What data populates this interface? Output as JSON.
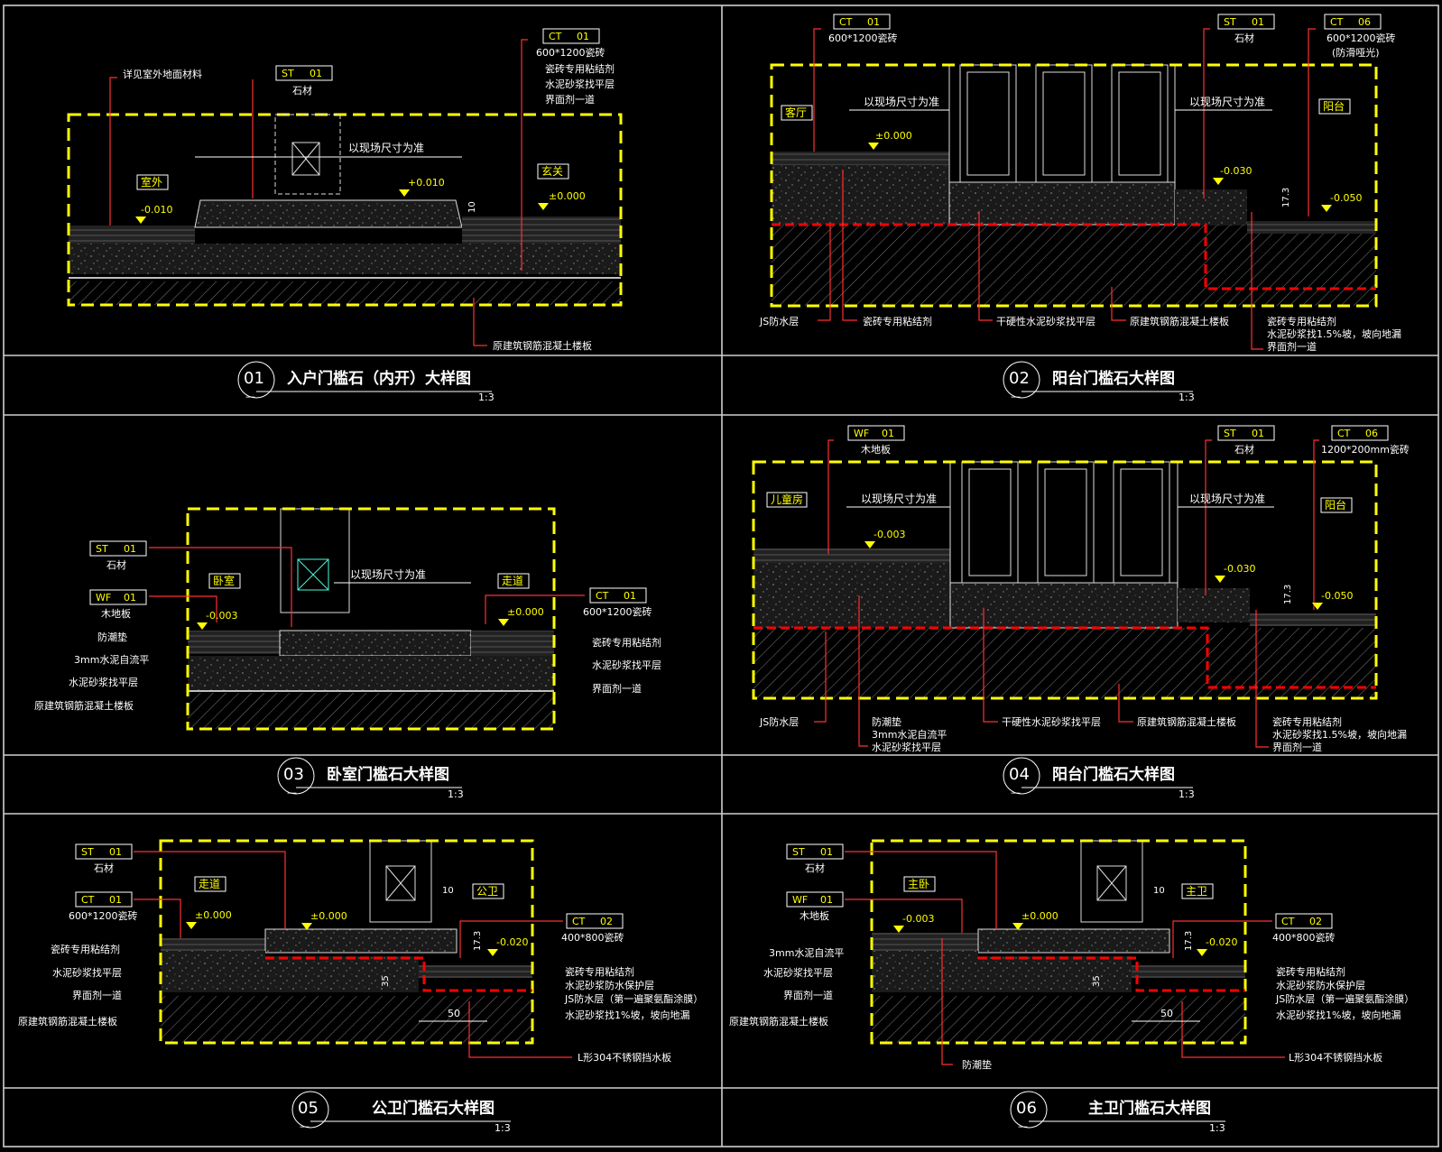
{
  "colors": {
    "background": "#000000",
    "frame": "#cfcfcf",
    "boundary": "#ffff00",
    "leader": "#ff3030",
    "waterproof": "#ff0000",
    "text": "#ffffff",
    "accent_text": "#ffff00",
    "hatch": "#9a9a9a"
  },
  "panels": [
    {
      "title": {
        "no": "01",
        "text": "入户门槛石（内开）大样图",
        "scale": "1:3",
        "sub": "—"
      },
      "tags": [
        {
          "code": "CT",
          "num": "01",
          "label": "600*1200瓷砖"
        },
        {
          "code": "ST",
          "num": "01",
          "label": "石材"
        }
      ],
      "rooms": [
        "室外",
        "玄关"
      ],
      "levels": [
        "-0.010",
        "+0.010",
        "±0.000"
      ],
      "dims": [
        "以现场尺寸为准",
        "10"
      ],
      "notes": [
        "详见室外地面材料",
        "瓷砖专用粘结剂",
        "水泥砂浆找平层",
        "界面剂一道",
        "原建筑钢筋混凝土楼板"
      ]
    },
    {
      "title": {
        "no": "02",
        "text": "阳台门槛石大样图",
        "scale": "1:3",
        "sub": "—"
      },
      "tags": [
        {
          "code": "CT",
          "num": "01",
          "label": "600*1200瓷砖"
        },
        {
          "code": "ST",
          "num": "01",
          "label": "石材"
        },
        {
          "code": "CT",
          "num": "06",
          "label": "600*1200瓷砖",
          "label2": "(防滑哑光)"
        }
      ],
      "rooms": [
        "客厅",
        "阳台"
      ],
      "levels": [
        "±0.000",
        "-0.030",
        "-0.050"
      ],
      "dims": [
        "以现场尺寸为准",
        "以现场尺寸为准",
        "17.3"
      ],
      "notes": [
        "JS防水层",
        "瓷砖专用粘结剂",
        "干硬性水泥砂浆找平层",
        "原建筑钢筋混凝土楼板",
        "瓷砖专用粘结剂",
        "水泥砂浆找1.5%坡，坡向地漏",
        "界面剂一道"
      ]
    },
    {
      "title": {
        "no": "03",
        "text": "卧室门槛石大样图",
        "scale": "1:3",
        "sub": "—"
      },
      "tags": [
        {
          "code": "ST",
          "num": "01",
          "label": "石材"
        },
        {
          "code": "WF",
          "num": "01",
          "label": "木地板"
        },
        {
          "code": "CT",
          "num": "01",
          "label": "600*1200瓷砖"
        }
      ],
      "rooms": [
        "卧室",
        "走道"
      ],
      "levels": [
        "-0.003",
        "±0.000"
      ],
      "dims": [
        "以现场尺寸为准"
      ],
      "notes": [
        "防潮垫",
        "3mm水泥自流平",
        "水泥砂浆找平层",
        "原建筑钢筋混凝土楼板",
        "瓷砖专用粘结剂",
        "水泥砂浆找平层",
        "界面剂一道"
      ]
    },
    {
      "title": {
        "no": "04",
        "text": "阳台门槛石大样图",
        "scale": "1:3",
        "sub": "—"
      },
      "tags": [
        {
          "code": "WF",
          "num": "01",
          "label": "木地板"
        },
        {
          "code": "ST",
          "num": "01",
          "label": "石材"
        },
        {
          "code": "CT",
          "num": "06",
          "label": "1200*200mm瓷砖"
        }
      ],
      "rooms": [
        "儿童房",
        "阳台"
      ],
      "levels": [
        "-0.003",
        "-0.030",
        "-0.050"
      ],
      "dims": [
        "以现场尺寸为准",
        "以现场尺寸为准",
        "17.3"
      ],
      "notes": [
        "JS防水层",
        "防潮垫",
        "3mm水泥自流平",
        "水泥砂浆找平层",
        "干硬性水泥砂浆找平层",
        "原建筑钢筋混凝土楼板",
        "瓷砖专用粘结剂",
        "水泥砂浆找1.5%坡，坡向地漏",
        "界面剂一道"
      ]
    },
    {
      "title": {
        "no": "05",
        "text": "公卫门槛石大样图",
        "scale": "1:3",
        "sub": "—"
      },
      "tags": [
        {
          "code": "ST",
          "num": "01",
          "label": "石材"
        },
        {
          "code": "CT",
          "num": "01",
          "label": "600*1200瓷砖"
        },
        {
          "code": "CT",
          "num": "02",
          "label": "400*800瓷砖"
        }
      ],
      "rooms": [
        "走道",
        "公卫"
      ],
      "levels": [
        "±0.000",
        "±0.000",
        "-0.020"
      ],
      "dims": [
        "10",
        "17.3",
        "35",
        "50"
      ],
      "notes": [
        "瓷砖专用粘结剂",
        "水泥砂浆找平层",
        "界面剂一道",
        "原建筑钢筋混凝土楼板",
        "瓷砖专用粘结剂",
        "水泥砂浆防水保护层",
        "JS防水层（第一遍聚氨酯涂膜）",
        "水泥砂浆找1%坡，坡向地漏",
        "L形304不锈钢挡水板"
      ]
    },
    {
      "title": {
        "no": "06",
        "text": "主卫门槛石大样图",
        "scale": "1:3",
        "sub": "—"
      },
      "tags": [
        {
          "code": "ST",
          "num": "01",
          "label": "石材"
        },
        {
          "code": "WF",
          "num": "01",
          "label": "木地板"
        },
        {
          "code": "CT",
          "num": "02",
          "label": "400*800瓷砖"
        }
      ],
      "rooms": [
        "主卧",
        "主卫"
      ],
      "levels": [
        "-0.003",
        "±0.000",
        "-0.020"
      ],
      "dims": [
        "10",
        "17.3",
        "35",
        "50"
      ],
      "notes": [
        "3mm水泥自流平",
        "水泥砂浆找平层",
        "界面剂一道",
        "原建筑钢筋混凝土楼板",
        "瓷砖专用粘结剂",
        "水泥砂浆防水保护层",
        "JS防水层（第一遍聚氨酯涂膜）",
        "水泥砂浆找1%坡，坡向地漏",
        "L形304不锈钢挡水板",
        "防潮垫"
      ]
    }
  ]
}
